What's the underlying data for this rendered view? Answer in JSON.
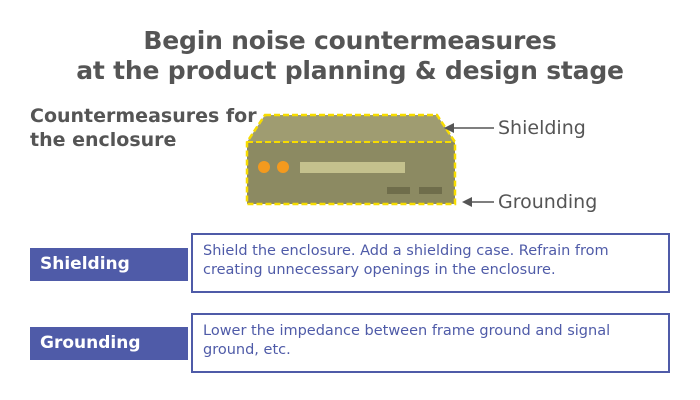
{
  "title": {
    "line1": "Begin noise countermeasures",
    "line2": "at the product planning & design stage"
  },
  "subtitle": {
    "line1": "Countermeasures for",
    "line2": "the enclosure"
  },
  "callouts": {
    "shielding": "Shielding",
    "grounding": "Grounding"
  },
  "items": [
    {
      "tag": "Shielding",
      "description": "Shield the enclosure. Add a shielding case. Refrain from creating unnecessary openings in the enclosure."
    },
    {
      "tag": "Grounding",
      "description": "Lower the impedance between frame ground and signal ground, etc."
    }
  ],
  "colors": {
    "accent": "#4f5ba8",
    "enclosure_front": "#8c8a62",
    "enclosure_top": "#9f9c71",
    "dashed_outline": "#f7dc00",
    "indicator": "#f39a1e"
  },
  "icons": [
    "enclosure-device-icon",
    "arrow-left-icon"
  ]
}
